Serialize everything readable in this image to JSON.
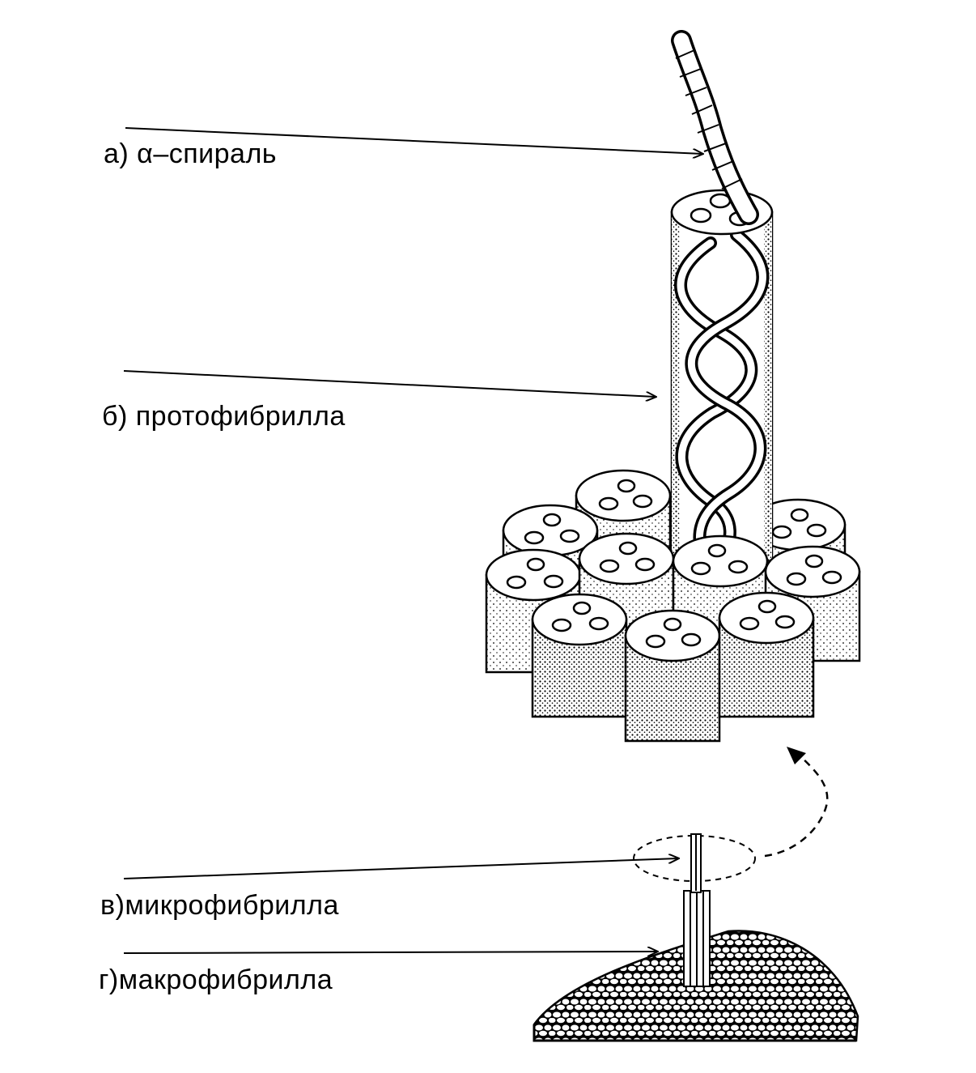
{
  "labels": {
    "alpha_helix": "а) α–спираль",
    "protofibril": "б)  протофибрилла",
    "microfibril": "в)микрофибрилла",
    "macrofibril": "г)макрофибрилла"
  },
  "colors": {
    "ink": "#000000",
    "paper": "#ffffff"
  }
}
